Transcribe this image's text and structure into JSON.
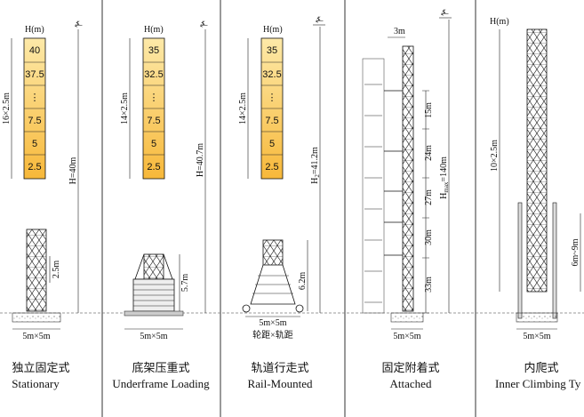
{
  "colors": {
    "cell_fill_top": "#fde9a8",
    "cell_fill_bottom": "#f7b83a",
    "ground": "#999999"
  },
  "types": [
    {
      "cn": "独立固定式",
      "en": "Stationary",
      "base": "5m×5m",
      "height": "H=40m",
      "sections": "16×2.5m",
      "extra": "2.5m",
      "col_header": "H(m)",
      "cells": [
        "40",
        "37.5",
        "⋮",
        "7.5",
        "5",
        "2.5"
      ]
    },
    {
      "cn": "底架压重式",
      "en": "Underframe Loading",
      "base": "5m×5m",
      "height": "H=40.7m",
      "sections": "14×2.5m",
      "extra": "5.7m",
      "col_header": "H(m)",
      "cells": [
        "35",
        "32.5",
        "⋮",
        "7.5",
        "5",
        "2.5"
      ]
    },
    {
      "cn": "轨道行走式",
      "en": "Rail-Mounted",
      "base": "5m×5m",
      "base2": "轮距×轨距",
      "height_prefix": "H",
      "height_sub": "2",
      "height_suffix": "=41.2m",
      "sections": "14×2.5m",
      "extra": "6.2m",
      "col_header": "H(m)",
      "cells": [
        "35",
        "32.5",
        "⋮",
        "7.5",
        "5",
        "2.5"
      ]
    },
    {
      "cn": "固定附着式",
      "en": "Attached",
      "base": "5m×5m",
      "top_dim": "3m",
      "hmax_prefix": "H",
      "hmax_sub": "max",
      "hmax_suffix": "=140m",
      "segments": [
        "15m",
        "24m",
        "27m",
        "30m",
        "33m"
      ]
    },
    {
      "cn": "内爬式",
      "en": "Inner Climbing Ty",
      "base": "5m×5m",
      "sections": "10×2.5m",
      "col_header": "H(m)",
      "extra": "6m~9m"
    }
  ]
}
